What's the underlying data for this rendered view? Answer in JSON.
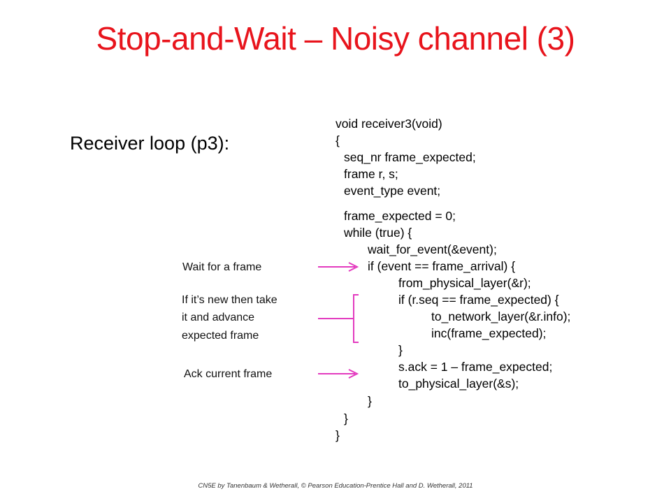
{
  "slide": {
    "title": "Stop-and-Wait – Noisy channel (3)",
    "subtitle": "Receiver loop (p3):",
    "footer": "CN5E by Tanenbaum & Wetherall, © Pearson Education-Prentice Hall and D. Wetherall, 2011",
    "accent_color": "#e8141c",
    "arrow_color": "#e33bbf"
  },
  "code": {
    "lines": [
      "void receiver3(void)",
      "{",
      "seq_nr frame_expected;",
      "frame r, s;",
      "event_type event;",
      "frame_expected = 0;",
      "while (true) {",
      "wait_for_event(&event);",
      "if (event == frame_arrival) {",
      "from_physical_layer(&r);",
      "if (r.seq == frame_expected) {",
      "to_network_layer(&r.info);",
      "inc(frame_expected);",
      "}",
      "s.ack = 1 – frame_expected;",
      "to_physical_layer(&s);",
      "}",
      "}",
      "}"
    ]
  },
  "annotations": {
    "wait_frame": "Wait for a frame",
    "new_frame_1": "If it’s new then take",
    "new_frame_2": "it and advance",
    "new_frame_3": "expected frame",
    "ack_frame": "Ack current frame"
  }
}
